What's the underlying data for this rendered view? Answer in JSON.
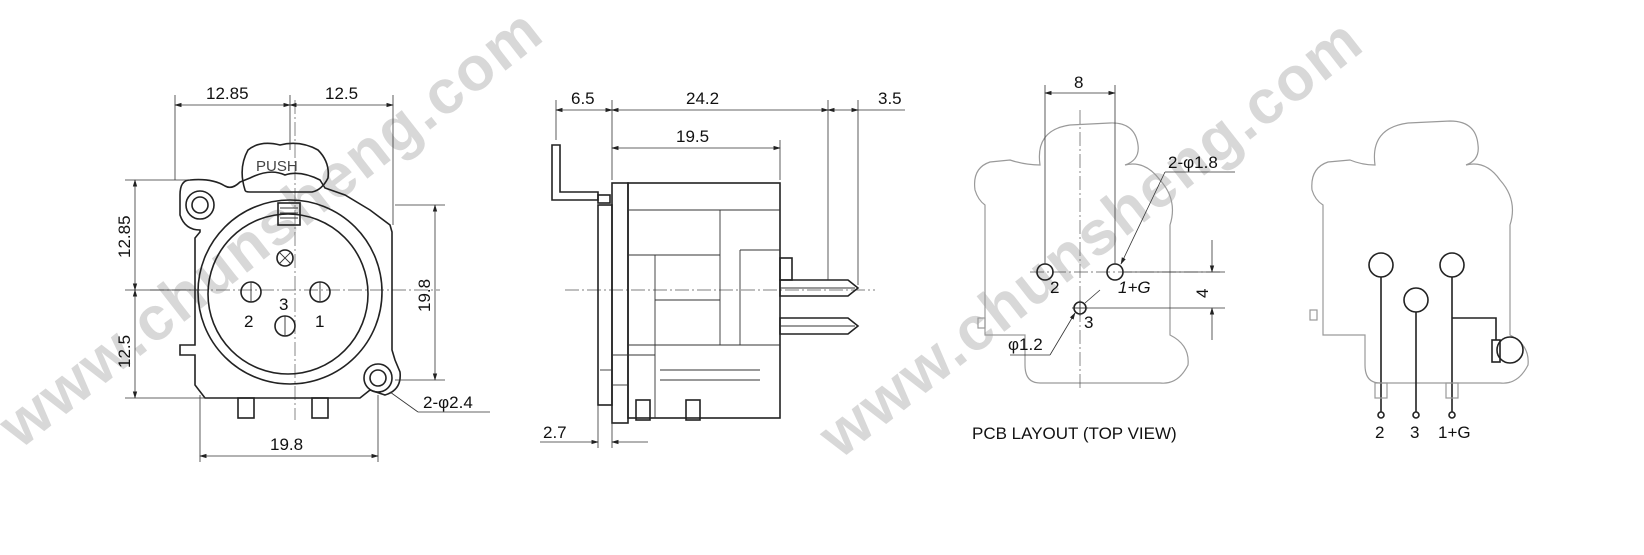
{
  "watermark": "www.chunsheng.com",
  "front_view": {
    "push_label": "PUSH",
    "dim_top_left": "12.85",
    "dim_top_right": "12.5",
    "dim_left_upper": "12.85",
    "dim_left_lower": "12.5",
    "dim_right_height": "19.8",
    "dim_bottom_width": "19.8",
    "hole_note": "2-φ2.4",
    "pin_2": "2",
    "pin_3": "3",
    "pin_1": "1"
  },
  "side_view": {
    "dim_6_5": "6.5",
    "dim_24_2": "24.2",
    "dim_3_5": "3.5",
    "dim_19_5": "19.5",
    "dim_2_7": "2.7"
  },
  "pcb_layout": {
    "title": "PCB LAYOUT (TOP VIEW)",
    "dim_8": "8",
    "dim_4": "4",
    "hole_large": "2-φ1.8",
    "hole_small": "φ1.2",
    "pin_2": "2",
    "pin_3": "3",
    "pin_1g": "1+G"
  },
  "schematic": {
    "pin_2": "2",
    "pin_3": "3",
    "pin_1g": "1+G"
  }
}
